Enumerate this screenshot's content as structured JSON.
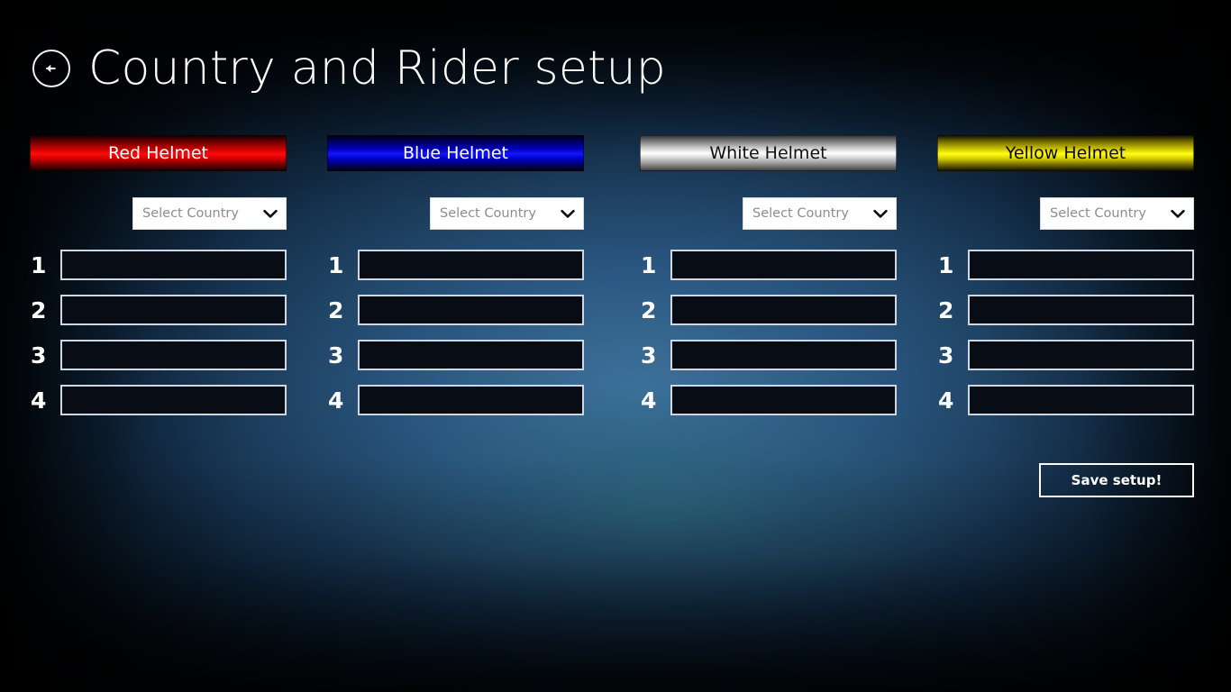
{
  "header": {
    "back_icon": "back-arrow-circle-icon",
    "title": "Country and Rider setup"
  },
  "columns": [
    {
      "helmet_label": "Red Helmet",
      "helmet_color": "#ff0a0a",
      "helmet_text_color": "#ffffff",
      "country": {
        "selected_label": "Select Country",
        "placeholder": "Select Country",
        "chevron_icon": "chevron-down-icon"
      },
      "riders": [
        {
          "number": "1",
          "value": "",
          "placeholder": ""
        },
        {
          "number": "2",
          "value": "",
          "placeholder": ""
        },
        {
          "number": "3",
          "value": "",
          "placeholder": ""
        },
        {
          "number": "4",
          "value": "",
          "placeholder": ""
        }
      ]
    },
    {
      "helmet_label": "Blue Helmet",
      "helmet_color": "#1414ff",
      "helmet_text_color": "#ffffff",
      "country": {
        "selected_label": "Select Country",
        "placeholder": "Select Country",
        "chevron_icon": "chevron-down-icon"
      },
      "riders": [
        {
          "number": "1",
          "value": "",
          "placeholder": ""
        },
        {
          "number": "2",
          "value": "",
          "placeholder": ""
        },
        {
          "number": "3",
          "value": "",
          "placeholder": ""
        },
        {
          "number": "4",
          "value": "",
          "placeholder": ""
        }
      ]
    },
    {
      "helmet_label": "White Helmet",
      "helmet_color": "#ffffff",
      "helmet_text_color": "#101010",
      "country": {
        "selected_label": "Select Country",
        "placeholder": "Select Country",
        "chevron_icon": "chevron-down-icon"
      },
      "riders": [
        {
          "number": "1",
          "value": "",
          "placeholder": ""
        },
        {
          "number": "2",
          "value": "",
          "placeholder": ""
        },
        {
          "number": "3",
          "value": "",
          "placeholder": ""
        },
        {
          "number": "4",
          "value": "",
          "placeholder": ""
        }
      ]
    },
    {
      "helmet_label": "Yellow Helmet",
      "helmet_color": "#ffff14",
      "helmet_text_color": "#0a0a00",
      "country": {
        "selected_label": "Select Country",
        "placeholder": "Select Country",
        "chevron_icon": "chevron-down-icon"
      },
      "riders": [
        {
          "number": "1",
          "value": "",
          "placeholder": ""
        },
        {
          "number": "2",
          "value": "",
          "placeholder": ""
        },
        {
          "number": "3",
          "value": "",
          "placeholder": ""
        },
        {
          "number": "4",
          "value": "",
          "placeholder": ""
        }
      ]
    }
  ],
  "save": {
    "label": "Save setup!"
  },
  "theme": {
    "background_top": "#05070c",
    "background_mid": "#3d7099",
    "background_bottom": "#02060b",
    "input_fill": "#080c14",
    "input_border": "#cfd8e2",
    "text": "#ffffff"
  }
}
